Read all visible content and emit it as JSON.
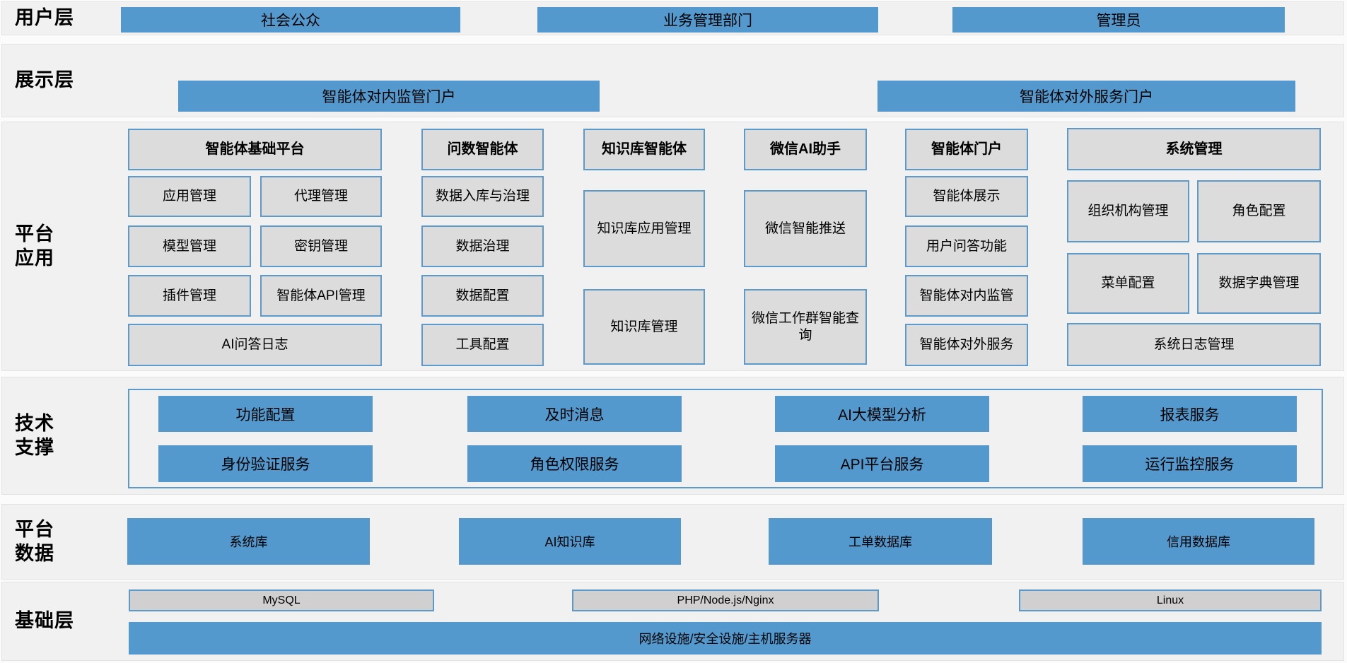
{
  "colors": {
    "accent_blue": "#5499ce",
    "box_border_blue": "#5e9ac9",
    "gray_fill": "#dcdcdc",
    "infra_gray_fill": "#d0d0d0",
    "band_background": "#f1f1f1"
  },
  "layers": {
    "user": {
      "label": "用户层",
      "items": [
        "社会公众",
        "业务管理部门",
        "管理员"
      ]
    },
    "display": {
      "label": "展示层",
      "items": [
        "智能体对内监管门户",
        "智能体对外服务门户"
      ]
    },
    "platform_app": {
      "label_line1": "平台",
      "label_line2": "应用",
      "col1": {
        "header": "智能体基础平台",
        "items": [
          "应用管理",
          "代理管理",
          "模型管理",
          "密钥管理",
          "插件管理",
          "智能体API管理",
          "AI问答日志"
        ]
      },
      "col2": {
        "header": "问数智能体",
        "items": [
          "数据入库与治理",
          "数据治理",
          "数据配置",
          "工具配置"
        ]
      },
      "col3": {
        "header": "知识库智能体",
        "items": [
          "知识库应用管理",
          "知识库管理"
        ]
      },
      "col4": {
        "header": "微信AI助手",
        "items": [
          "微信智能推送",
          "微信工作群智能查询"
        ]
      },
      "col5": {
        "header": "智能体门户",
        "items": [
          "智能体展示",
          "用户问答功能",
          "智能体对内监管",
          "智能体对外服务"
        ]
      },
      "col6": {
        "header": "系统管理",
        "items": [
          "组织机构管理",
          "角色配置",
          "菜单配置",
          "数据字典管理",
          "系统日志管理"
        ]
      }
    },
    "tech_support": {
      "label_line1": "技术",
      "label_line2": "支撑",
      "row1": [
        "功能配置",
        "及时消息",
        "AI大模型分析",
        "报表服务"
      ],
      "row2": [
        "身份验证服务",
        "角色权限服务",
        "API平台服务",
        "运行监控服务"
      ]
    },
    "platform_data": {
      "label_line1": "平台",
      "label_line2": "数据",
      "items": [
        "系统库",
        "AI知识库",
        "工单数据库",
        "信用数据库"
      ]
    },
    "infrastructure": {
      "label": "基础层",
      "items": [
        "MySQL",
        "PHP/Node.js/Nginx",
        "Linux"
      ],
      "full_item": "网络设施/安全设施/主机服务器"
    }
  }
}
